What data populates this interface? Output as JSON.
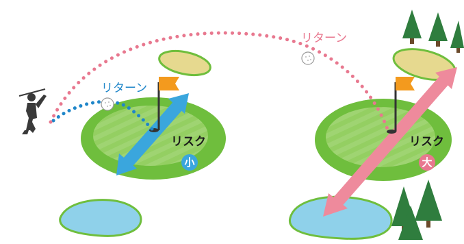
{
  "labels": {
    "return_small": "リターン",
    "return_large": "リターン",
    "risk_small": "リスク",
    "risk_large": "リスク",
    "badge_small": "小",
    "badge_large": "大"
  },
  "colors": {
    "fairway": "#6fbe3d",
    "fairway_inner": "#94cf62",
    "bunker": "#e6d98f",
    "water": "#8fd1ea",
    "blue_arrow": "#3aa6dd",
    "pink_arrow": "#ee8a9c",
    "flag": "#f39a1e",
    "return_blue": "#1f86c9",
    "return_pink": "#e8788f",
    "badge_small": "#3aa6dd",
    "badge_large": "#e8788f",
    "tree": "#2f7d3e"
  }
}
